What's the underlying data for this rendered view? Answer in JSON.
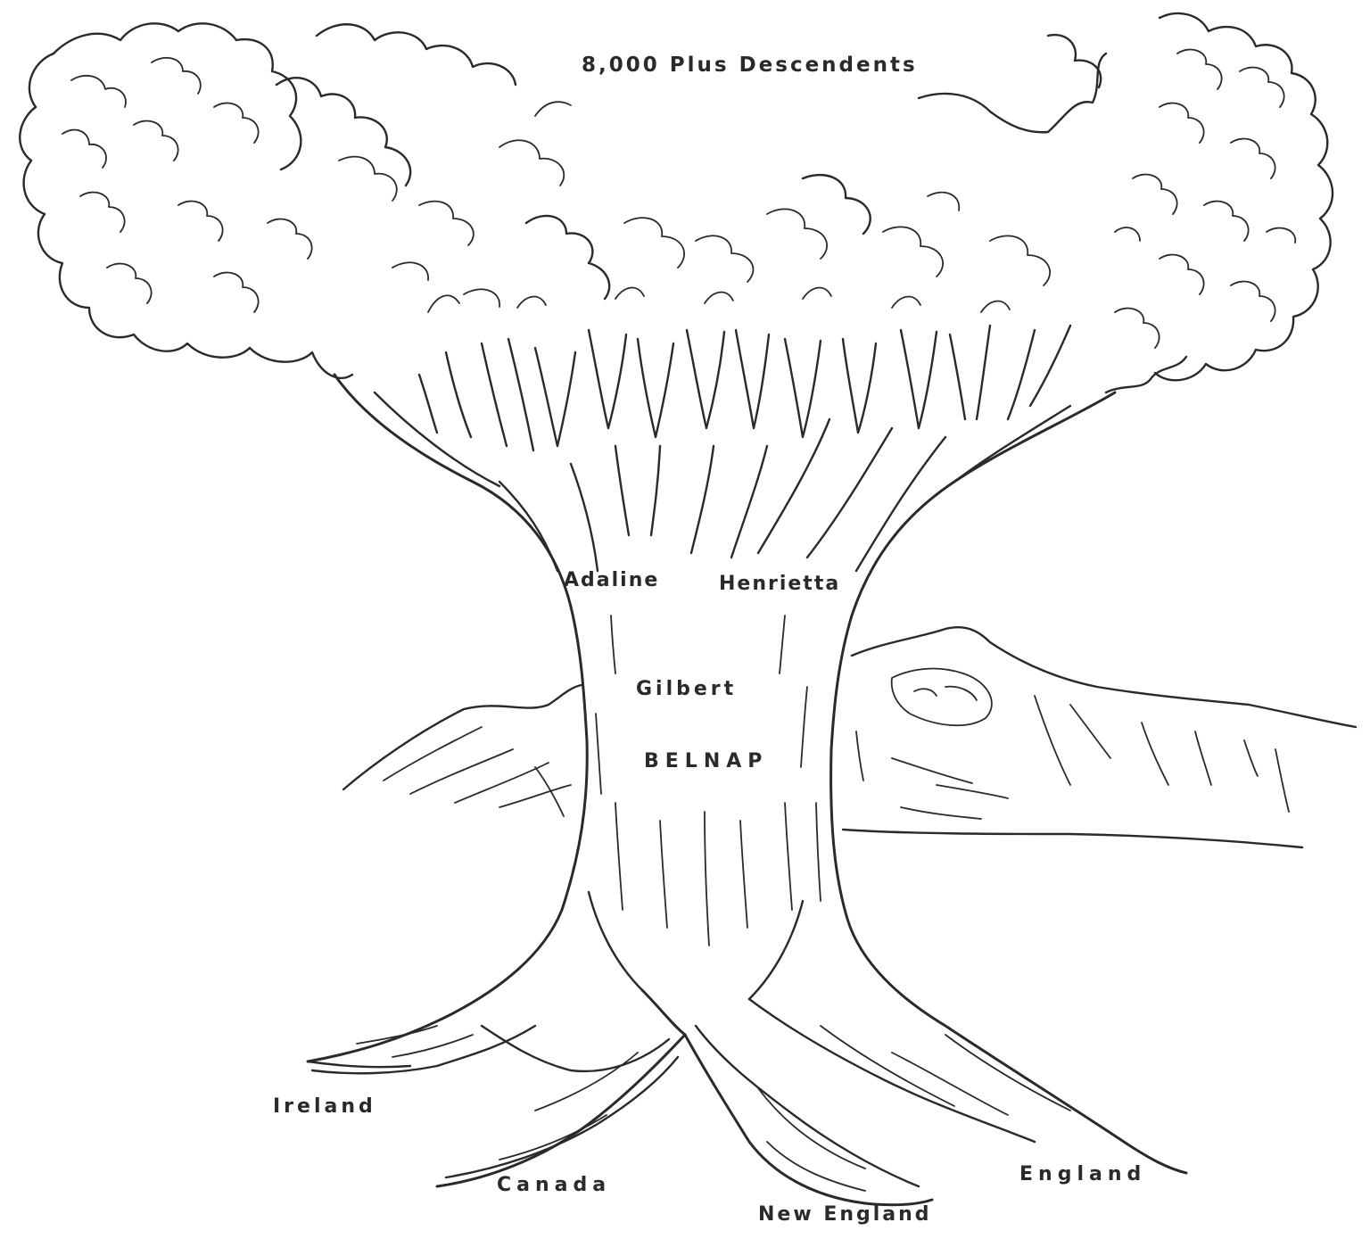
{
  "title": "8,000 Plus Descendents",
  "trunk_labels": {
    "branch_left": "Adaline",
    "branch_right": "Henrietta",
    "first_name": "Gilbert",
    "surname": "BELNAP"
  },
  "root_labels": {
    "ireland": "Ireland",
    "canada": "Canada",
    "new_england": "New England",
    "england": "England"
  },
  "ink_color": "#2a2a2a"
}
